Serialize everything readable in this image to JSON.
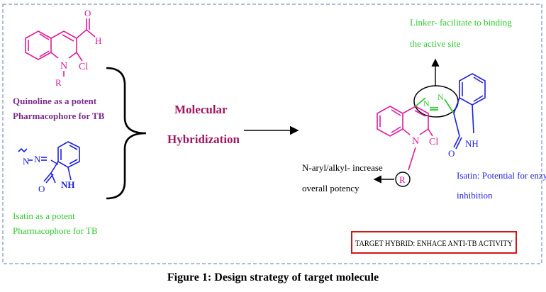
{
  "caption": "Figure 1: Design strategy of target molecule",
  "colors": {
    "frame": "#5f7bb0",
    "quinoline": "#e0199a",
    "isatin": "#1f1fe0",
    "linker": "#2fca2f",
    "purple_text": "#7a2a8c",
    "hybrid_title": "#a0175f",
    "target_box": "#d8141a",
    "black": "#000000"
  },
  "left": {
    "quinoline": {
      "aldehyde_O": "O",
      "aldehyde_H": "H",
      "ring_N": "N",
      "Cl": "Cl",
      "R": "R",
      "label_line1": "Quinoline  as  a  potent",
      "label_line2": "Pharmacophore for TB"
    },
    "isatin": {
      "azo_N1": "N",
      "azo_N2": "N",
      "NH": "NH",
      "O": "O",
      "label_line1": "Isatin   as   a   potent",
      "label_line2": "Pharmacophore for TB"
    }
  },
  "center": {
    "line1": "Molecular",
    "line2": "Hybridization"
  },
  "right": {
    "linker_line1": "Linker- facilitate to binding",
    "linker_line2": "the active site",
    "hybrid": {
      "ring_N": "N",
      "Cl": "Cl",
      "R": "R",
      "azo_N1": "N",
      "azo_N2": "N",
      "NH": "NH",
      "O": "O"
    },
    "naryl_line1": "N-aryl/alkyl-  increase",
    "naryl_line2": "overall potency",
    "isatin_note_line1": "Isatin: Potential for enzyme",
    "isatin_note_line2": "inhibition",
    "target": "TARGET HYBRID: ENHACE ANTI-TB ACTIVITY"
  }
}
